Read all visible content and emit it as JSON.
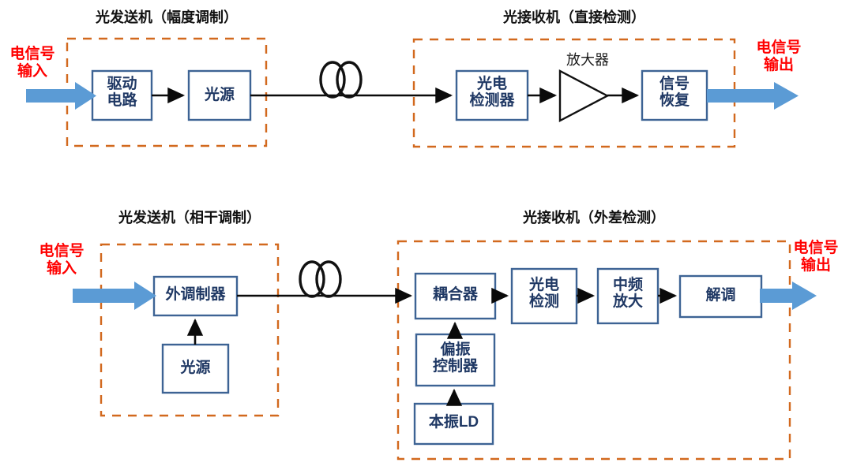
{
  "diagram": {
    "title_semantic": "optical-communication-system-block-diagrams",
    "colors": {
      "block_border": "#3D6394",
      "block_text": "#1F3864",
      "group_dashed": "#D2691E",
      "signal_arrow": "#5B9BD5",
      "io_text": "#FF0000",
      "wire": "#0A0A0A"
    }
  },
  "top_system": {
    "transmitter": {
      "title": "光发送机（幅度调制）",
      "blocks": [
        {
          "id": "drive-circuit",
          "label": "驱动\n电路"
        },
        {
          "id": "light-source",
          "label": "光源"
        }
      ]
    },
    "receiver": {
      "title": "光接收机（直接检测）",
      "amplifier_label": "放大器",
      "blocks": [
        {
          "id": "photodetector",
          "label": "光电\n检测器"
        },
        {
          "id": "signal-recovery",
          "label": "信号\n恢复"
        }
      ]
    },
    "input_label": "电信号\n输入",
    "output_label": "电信号\n输出",
    "fiber": "optical-fiber-coil"
  },
  "bottom_system": {
    "transmitter": {
      "title": "光发送机（相干调制）",
      "blocks": [
        {
          "id": "external-modulator",
          "label": "外调制器"
        },
        {
          "id": "light-source",
          "label": "光源"
        }
      ]
    },
    "receiver": {
      "title": "光接收机（外差检测）",
      "blocks": [
        {
          "id": "coupler",
          "label": "耦合器"
        },
        {
          "id": "photodetect",
          "label": "光电\n检测"
        },
        {
          "id": "if-amplifier",
          "label": "中频\n放大"
        },
        {
          "id": "demodulator",
          "label": "解调"
        },
        {
          "id": "polarization-controller",
          "label": "偏振\n控制器"
        },
        {
          "id": "local-oscillator-ld",
          "label": "本振LD"
        }
      ]
    },
    "input_label": "电信号\n输入",
    "output_label": "电信号\n输出",
    "fiber": "optical-fiber-coil"
  }
}
